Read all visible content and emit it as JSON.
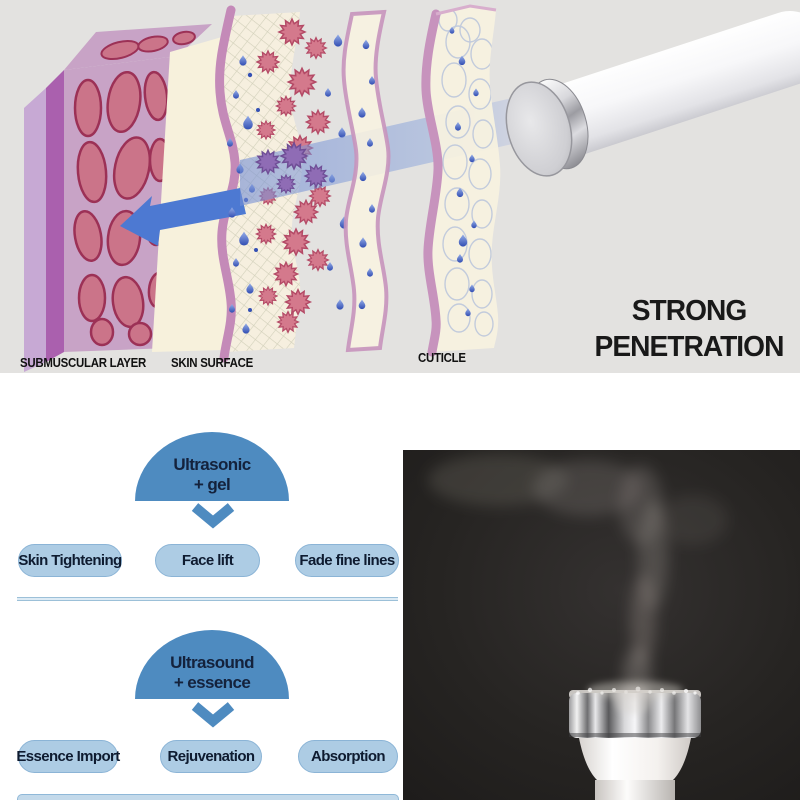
{
  "top": {
    "labels": {
      "submuscular": "SUBMUSCULAR LAYER",
      "skin_surface": "SKIN SURFACE",
      "cuticle": "CUTICLE"
    },
    "headline": {
      "line1": "STRONG",
      "line2": "PENETRATION"
    }
  },
  "flowchart": {
    "rows": [
      {
        "dome_line1": "Ultrasonic",
        "dome_line2": "+ gel",
        "pills": [
          "Skin Tightening",
          "Face lift",
          "Fade fine lines"
        ]
      },
      {
        "dome_line1": "Ultrasound",
        "dome_line2": "+ essence",
        "pills": [
          "Essence Import",
          "Rejuvenation",
          "Absorption"
        ]
      }
    ]
  },
  "colors": {
    "section_bg": "#e3e2e0",
    "dome_blue": "#4e8bc0",
    "pill_blue": "#adcce4",
    "pill_border": "#8bb4d6",
    "text_navy": "#14223c",
    "headline_black": "#191919",
    "layer_pink": "#c48ab8",
    "muscle_rose": "#cb7489",
    "beam_blue": "#748ed4",
    "droplet_blue": "#3450b4"
  }
}
